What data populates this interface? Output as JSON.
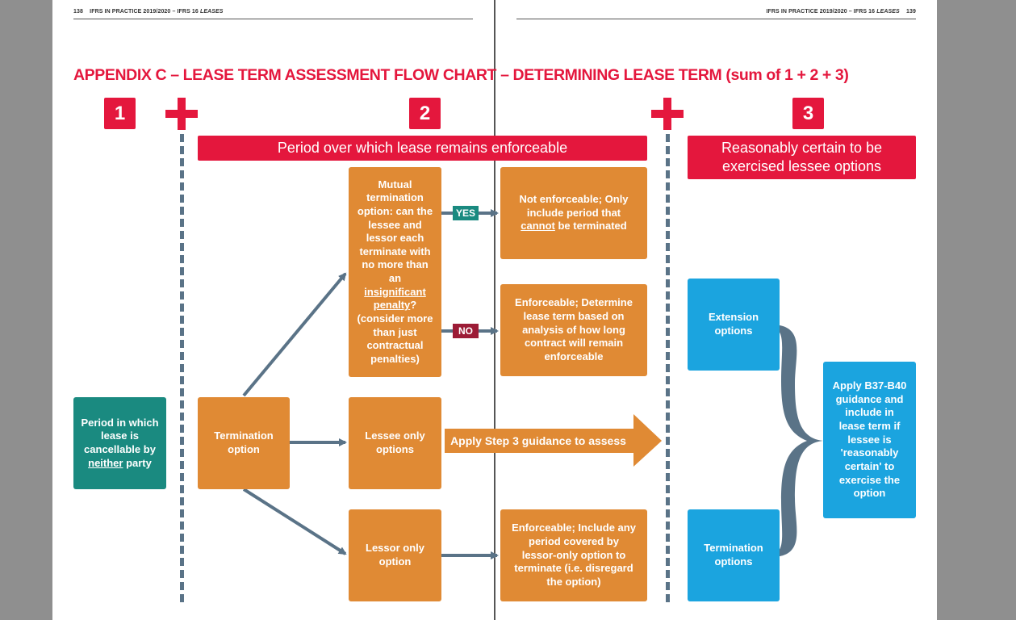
{
  "header": {
    "left_page_num": "138",
    "left_running": "IFRS IN PRACTICE 2019/2020 – IFRS 16 ",
    "left_running_em": "LEASES",
    "right_running": "IFRS IN PRACTICE 2019/2020 – IFRS 16 ",
    "right_running_em": "LEASES",
    "right_page_num": "139"
  },
  "title": "APPENDIX C – LEASE TERM ASSESSMENT FLOW CHART – DETERMINING LEASE TERM (sum of 1 + 2 + 3)",
  "steps": {
    "one": "1",
    "two": "2",
    "three": "3"
  },
  "banners": {
    "enforceable": "Period over which lease remains enforceable",
    "reasonably_certain_1": "Reasonably certain to be",
    "reasonably_certain_2": "exercised lessee options"
  },
  "boxes": {
    "cancellable": {
      "a": "Period in which lease is cancellable by ",
      "u": "neither",
      "b": " party"
    },
    "termination_option": "Termination option",
    "mutual": {
      "a": "Mutual termination option: can the lessee and lessor each terminate with no more than an ",
      "u": "insignificant penalty",
      "b": "? (consider more than just contractual penalties)"
    },
    "lessee_only": "Lessee only options",
    "lessor_only": "Lessor only option",
    "not_enforceable": {
      "a": "Not enforceable; Only include period that ",
      "u": "cannot",
      "b": " be terminated"
    },
    "enforceable": "Enforceable; Determine lease term based on analysis of how long contract will remain enforceable",
    "enforceable_lessor": "Enforceable; Include any period covered by lessor-only option to terminate (i.e. disregard the option)",
    "extension": "Extension options",
    "termination_options": "Termination options",
    "apply_b37": "Apply B37-B40 guidance and include in lease term if lessee is 'reasonably certain' to exercise the option"
  },
  "tags": {
    "yes": "YES",
    "no": "NO"
  },
  "arrow_label": "Apply Step 3 guidance to assess",
  "colors": {
    "red": "#e4173d",
    "orange": "#e08a34",
    "teal": "#1a8a80",
    "blue": "#1ba4df",
    "slate": "#5a7387",
    "dark_red": "#9c1c36"
  }
}
